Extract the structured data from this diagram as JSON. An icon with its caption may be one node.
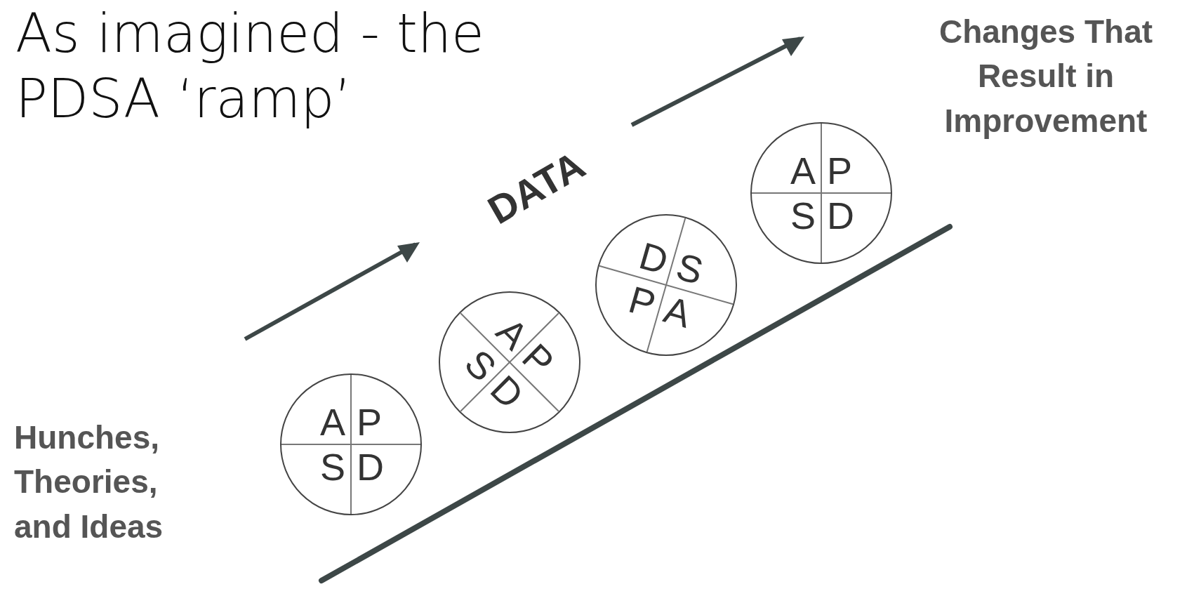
{
  "diagram": {
    "title": "As imagined - the PDSA ‘ramp’",
    "nodes": [
      {
        "text": [
          "Hunches, Theories, and Ideas"
        ]
      },
      {
        "text": [
          "A",
          "P",
          "S",
          "D"
        ]
      },
      {
        "text": [
          "A",
          "P",
          "S",
          "D"
        ]
      },
      {
        "text": [
          "D",
          "S",
          "P",
          "A"
        ]
      },
      {
        "text": [
          "A",
          "P",
          "S",
          "D"
        ]
      },
      {
        "text": [
          "Changes That Result in Improvement"
        ]
      }
    ],
    "labels": [
      "DATA"
    ]
  }
}
